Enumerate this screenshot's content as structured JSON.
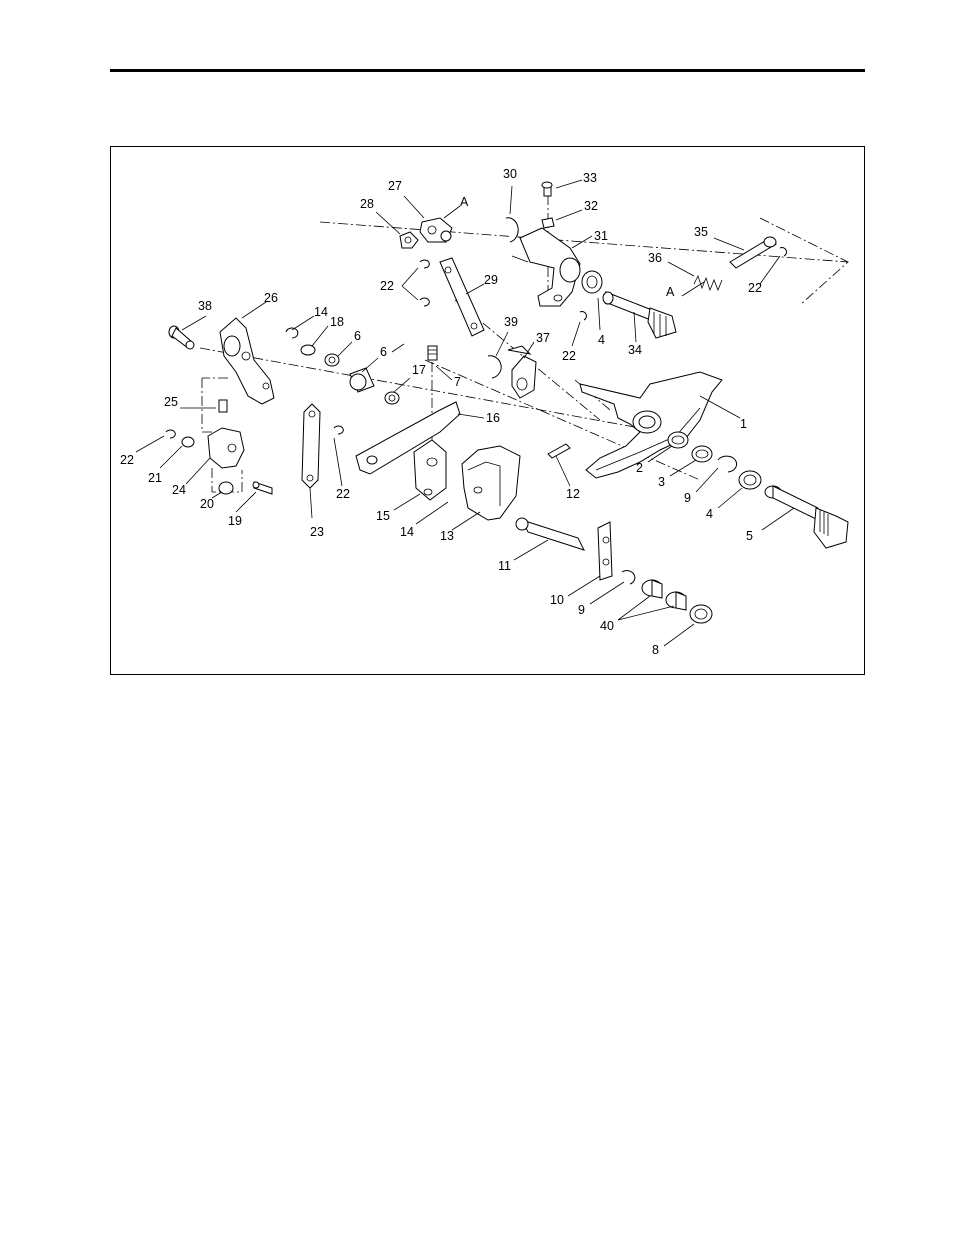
{
  "callouts": [
    {
      "id": "c1",
      "text": "1"
    },
    {
      "id": "c2",
      "text": "2"
    },
    {
      "id": "c3",
      "text": "3"
    },
    {
      "id": "c9a",
      "text": "9"
    },
    {
      "id": "c4a",
      "text": "4"
    },
    {
      "id": "c5",
      "text": "5"
    },
    {
      "id": "c12",
      "text": "12"
    },
    {
      "id": "c13",
      "text": "13"
    },
    {
      "id": "c11",
      "text": "11"
    },
    {
      "id": "c10",
      "text": "10"
    },
    {
      "id": "c9b",
      "text": "9"
    },
    {
      "id": "c40",
      "text": "40"
    },
    {
      "id": "c8",
      "text": "8"
    },
    {
      "id": "c14a",
      "text": "14"
    },
    {
      "id": "c15",
      "text": "15"
    },
    {
      "id": "c16",
      "text": "16"
    },
    {
      "id": "c7",
      "text": "7"
    },
    {
      "id": "c6a",
      "text": "6"
    },
    {
      "id": "c17",
      "text": "17"
    },
    {
      "id": "c6b",
      "text": "6"
    },
    {
      "id": "c18",
      "text": "18"
    },
    {
      "id": "c14b",
      "text": "14"
    },
    {
      "id": "c23",
      "text": "23"
    },
    {
      "id": "c22a",
      "text": "22"
    },
    {
      "id": "c38",
      "text": "38"
    },
    {
      "id": "c26",
      "text": "26"
    },
    {
      "id": "c25",
      "text": "25"
    },
    {
      "id": "c22b",
      "text": "22"
    },
    {
      "id": "c21",
      "text": "21"
    },
    {
      "id": "c24",
      "text": "24"
    },
    {
      "id": "c20",
      "text": "20"
    },
    {
      "id": "c19",
      "text": "19"
    },
    {
      "id": "c27",
      "text": "27"
    },
    {
      "id": "cA1",
      "text": "A"
    },
    {
      "id": "c28",
      "text": "28"
    },
    {
      "id": "c30",
      "text": "30"
    },
    {
      "id": "c33",
      "text": "33"
    },
    {
      "id": "c32",
      "text": "32"
    },
    {
      "id": "c31",
      "text": "31"
    },
    {
      "id": "c22c",
      "text": "22"
    },
    {
      "id": "c29",
      "text": "29"
    },
    {
      "id": "c39",
      "text": "39"
    },
    {
      "id": "c37",
      "text": "37"
    },
    {
      "id": "c22d",
      "text": "22"
    },
    {
      "id": "c4b",
      "text": "4"
    },
    {
      "id": "c34",
      "text": "34"
    },
    {
      "id": "c35",
      "text": "35"
    },
    {
      "id": "c36",
      "text": "36"
    },
    {
      "id": "cA2",
      "text": "A"
    },
    {
      "id": "c22e",
      "text": "22"
    }
  ]
}
